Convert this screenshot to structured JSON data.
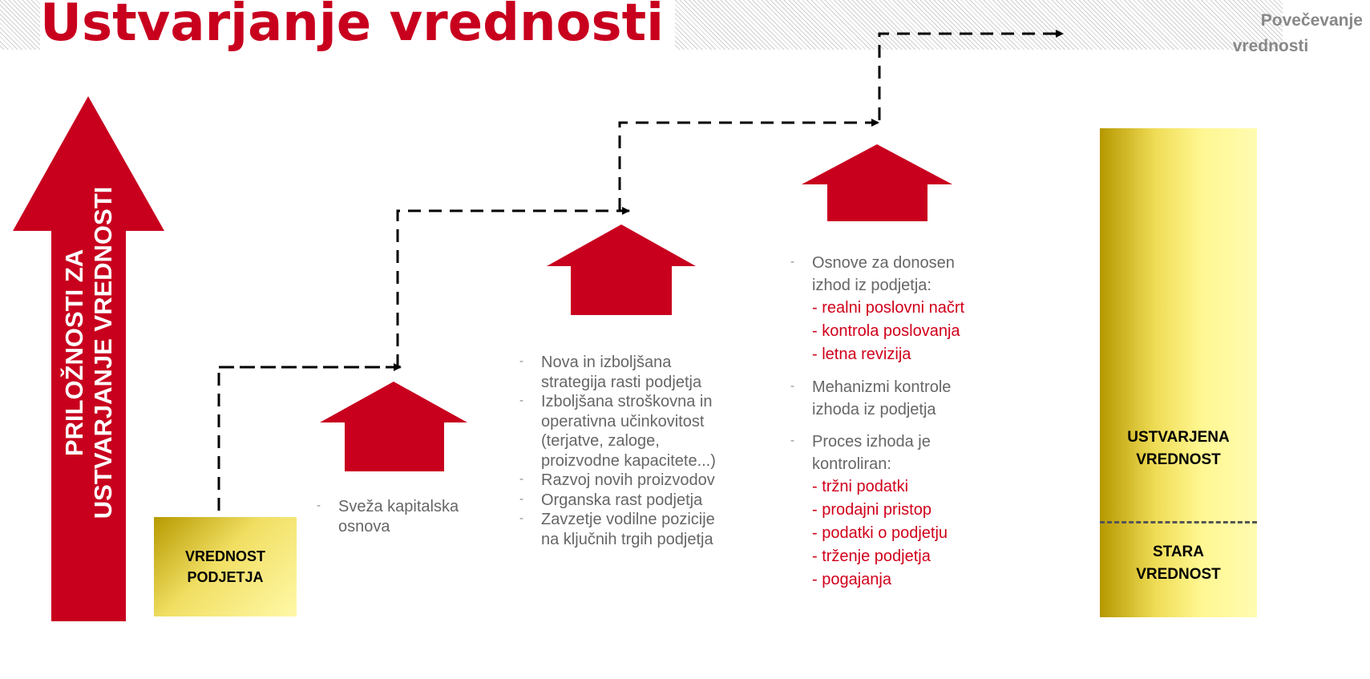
{
  "title": "Ustvarjanje vrednosti",
  "top_right": {
    "line1": "Povečevanje",
    "line2": "vrednosti"
  },
  "big_arrow": {
    "line1": "PRILOŽNOSTI ZA",
    "line2": "USTVARJANJE VREDNOSTI"
  },
  "left_box": {
    "line1": "VREDNOST",
    "line2": "PODJETJA"
  },
  "right_box": {
    "upper": {
      "line1": "USTVARJENA",
      "line2": "VREDNOST"
    },
    "lower": {
      "line1": "STARA",
      "line2": "VREDNOST"
    }
  },
  "col1": {
    "dash": "-",
    "text1": "Sveža kapitalska",
    "text2": "osnova"
  },
  "col2": {
    "dash": "-",
    "items": [
      {
        "l1": "Nova in izboljšana",
        "l2": "strategija rasti podjetja"
      },
      {
        "l1": "Izboljšana stroškovna in",
        "l2": "operativna učinkovitost",
        "l3": "(terjatve, zaloge,",
        "l4": "proizvodne kapacitete...)"
      },
      {
        "l1": "Razvoj novih proizvodov"
      },
      {
        "l1": "Organska rast podjetja"
      },
      {
        "l1": "Zavzetje vodilne pozicije",
        "l2": "na ključnih trgih podjetja"
      }
    ]
  },
  "col3": {
    "dash": "-",
    "item1": {
      "l1": "Osnove za donosen",
      "l2": "izhod iz podjetja:",
      "subs": [
        "- realni poslovni načrt",
        "- kontrola poslovanja",
        "- letna revizija"
      ]
    },
    "item2": {
      "l1": "Mehanizmi kontrole",
      "l2": "izhoda iz podjetja"
    },
    "item3": {
      "l1": "Proces izhoda je",
      "l2": "kontroliran:",
      "subs": [
        "- tržni podatki",
        "- prodajni pristop",
        "- podatki o podjetju",
        "- trženje podjetja",
        "- pogajanja"
      ]
    }
  },
  "colors": {
    "accent_red": "#c8001e",
    "text_red": "#d0001a",
    "gold": "#efdc55"
  }
}
